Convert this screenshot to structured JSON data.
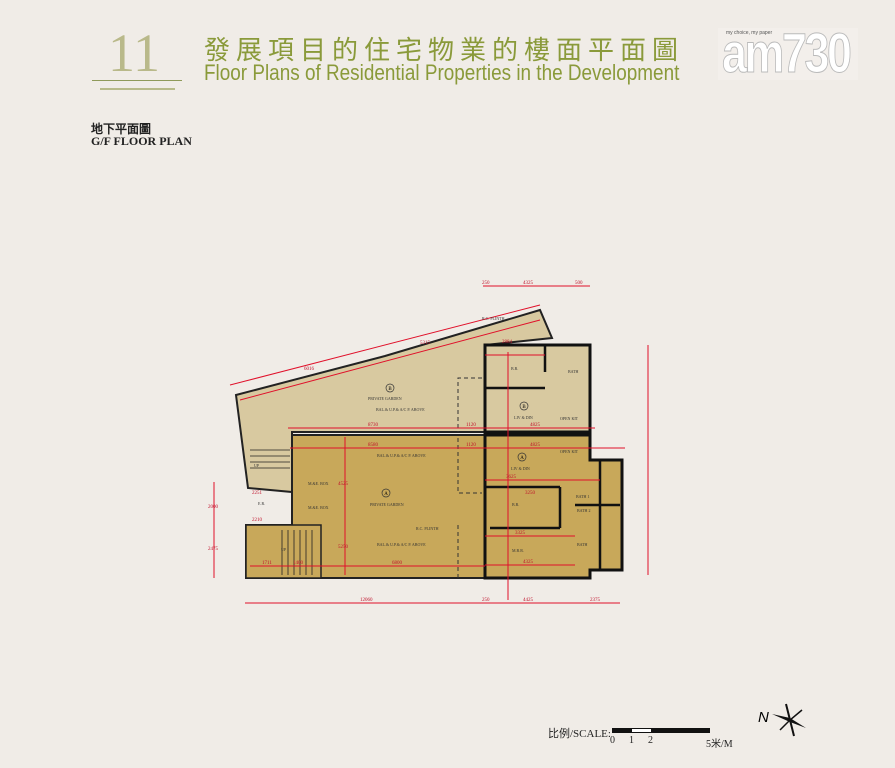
{
  "header": {
    "section_number": "11",
    "title_zh": "發展項目的住宅物業的樓面平面圖",
    "title_en": "Floor Plans of Residential Properties in the Development",
    "logo": "am730",
    "logo_tagline": "my choice, my paper"
  },
  "plan": {
    "title_zh": "地下平面圖",
    "title_en": "G/F FLOOR PLAN",
    "rooms": {
      "garden_b": "PRIVATE GARDEN",
      "garden_a": "PRIVATE GARDEN",
      "unit_b": "B",
      "unit_a": "A",
      "liv_din_b": "LIV & DIN",
      "liv_din_a": "LIV & DIN",
      "br_b": "B.R.",
      "br_a": "B.R.",
      "mbr": "M.B.R.",
      "bath_b": "BATH",
      "bath1": "BATH 1",
      "bath2": "BATH 2",
      "bath_a": "BATH",
      "open_kit_b": "OPEN KIT",
      "open_kit_a": "OPEN KIT",
      "bal_note_1": "BAL.& U.P.& A/C P. ABOVE",
      "bal_note_2": "BAL.& U.P.& A/C P. ABOVE",
      "bal_note_3": "BAL.& U.P.& A/C P. ABOVE",
      "rc_plinth_top": "R.C. PLINTH",
      "rc_plinth": "R.C. PLINTH",
      "mbox1": "M.&E. BOX",
      "mbox2": "M.&E. BOX",
      "up1": "UP",
      "up2": "UP",
      "er": "E.R."
    },
    "dimensions": {
      "top_left": "250",
      "top_mid": "4325",
      "top_right": "500",
      "bottom_1": "12060",
      "bottom_2": "250",
      "bottom_3": "4425",
      "bottom_4": "2375",
      "d_8730": "8730",
      "d_8580": "8580",
      "d_6800": "6800",
      "d_4825a": "4825",
      "d_4825b": "4825",
      "d_4325": "4325",
      "d_3625": "3625",
      "d_3325": "3325",
      "d_3250": "3250",
      "d_5315": "5315",
      "d_6016": "6016",
      "d_2884": "2884",
      "d_1120a": "1120",
      "d_1120b": "1120",
      "d_2210": "2210",
      "d_2251": "2251",
      "d_1711": "1711",
      "d_1400": "1400",
      "d_4525": "4525",
      "d_5250": "5250",
      "d_2475": "2475",
      "d_2000": "2000"
    }
  },
  "scale": {
    "label": "比例/SCALE:",
    "ticks": [
      "0",
      "1",
      "2",
      "5米/M"
    ],
    "north": "N"
  },
  "colors": {
    "title": "#8a9a3a",
    "garden_b": "#d8c9a0",
    "unit_a": "#c8a85a",
    "dimension": "#e0102a"
  }
}
